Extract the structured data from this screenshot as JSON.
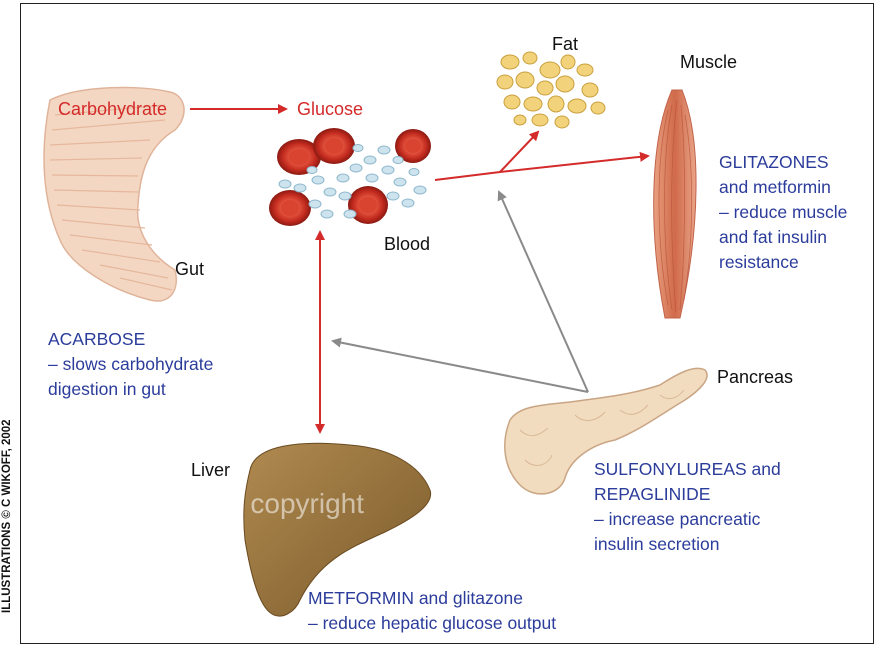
{
  "labels": {
    "carbohydrate": "Carbohydrate",
    "glucose": "Glucose",
    "fat": "Fat",
    "muscle": "Muscle",
    "gut": "Gut",
    "blood": "Blood",
    "pancreas": "Pancreas",
    "liver": "Liver"
  },
  "drugs": {
    "glitazones": [
      "GLITAZONES",
      "and metformin",
      "– reduce muscle",
      "and fat insulin",
      "resistance"
    ],
    "acarbose": [
      "ACARBOSE",
      "– slows carbohydrate",
      "digestion in gut"
    ],
    "sulfonylureas": [
      "SULFONYLUREAS and",
      "REPAGLINIDE",
      "– increase pancreatic",
      "insulin secretion"
    ],
    "metformin": [
      "METFORMIN and glitazone",
      "– reduce hepatic glucose output"
    ]
  },
  "credit": "ILLUSTRATIONS © C WIKOFF, 2002",
  "watermark": "© copyright",
  "colors": {
    "arrow_red": "#d42a2a",
    "arrow_gray": "#8a8a8a",
    "drug_text": "#2b3c9b"
  }
}
